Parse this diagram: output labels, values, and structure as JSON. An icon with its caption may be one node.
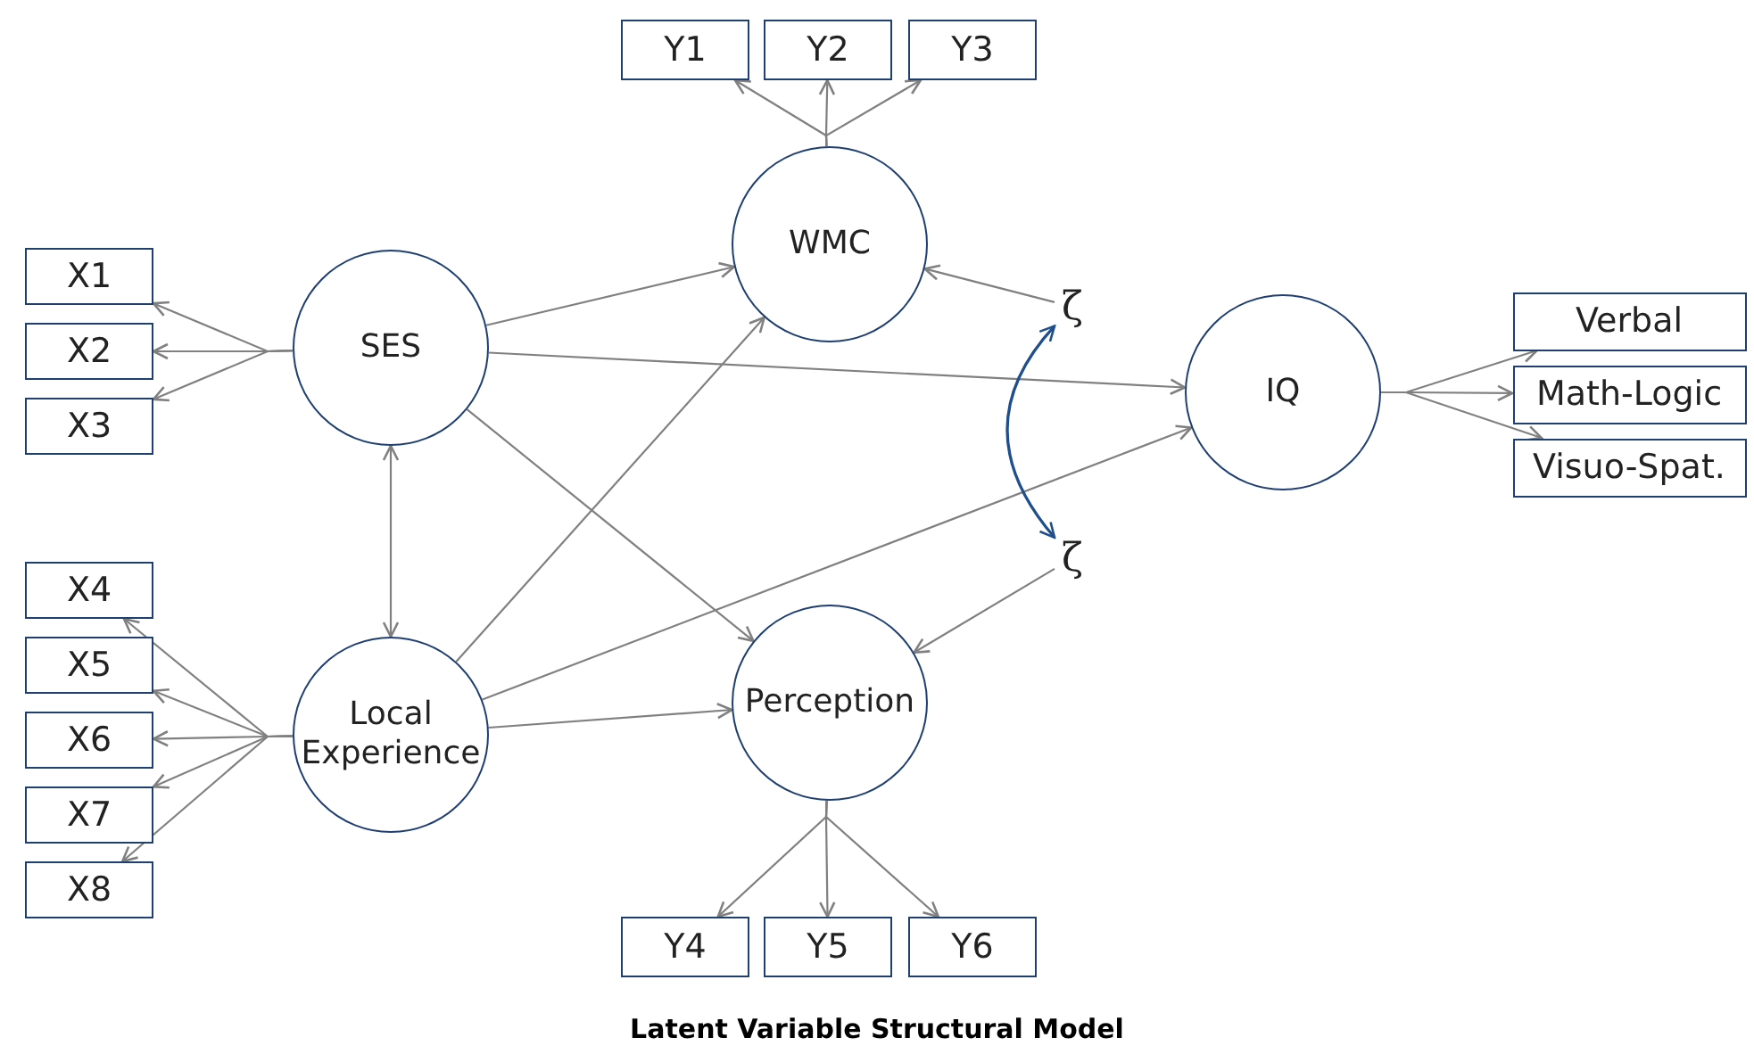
{
  "diagram": {
    "caption": "Latent Variable Structural Model",
    "nodes": [
      {
        "text": [
          "SES"
        ]
      },
      {
        "text": [
          "Local Experience"
        ]
      },
      {
        "text": [
          "WMC"
        ]
      },
      {
        "text": [
          "Perception"
        ]
      },
      {
        "text": [
          "IQ"
        ]
      },
      {
        "text": [
          "X1"
        ]
      },
      {
        "text": [
          "X2"
        ]
      },
      {
        "text": [
          "X3"
        ]
      },
      {
        "text": [
          "X4"
        ]
      },
      {
        "text": [
          "X5"
        ]
      },
      {
        "text": [
          "X6"
        ]
      },
      {
        "text": [
          "X7"
        ]
      },
      {
        "text": [
          "X8"
        ]
      },
      {
        "text": [
          "Y1"
        ]
      },
      {
        "text": [
          "Y2"
        ]
      },
      {
        "text": [
          "Y3"
        ]
      },
      {
        "text": [
          "Y4"
        ]
      },
      {
        "text": [
          "Y5"
        ]
      },
      {
        "text": [
          "Y6"
        ]
      },
      {
        "text": [
          "Verbal"
        ]
      },
      {
        "text": [
          "Math-Logic"
        ]
      },
      {
        "text": [
          "Visuo-Spat."
        ]
      },
      {
        "text": [
          "ζ"
        ]
      },
      {
        "text": [
          "ζ"
        ]
      }
    ],
    "edges": [
      {
        "from": 0,
        "to": 5,
        "arrow": "to"
      },
      {
        "from": 0,
        "to": 6,
        "arrow": "to"
      },
      {
        "from": 0,
        "to": 7,
        "arrow": "to"
      },
      {
        "from": 1,
        "to": 8,
        "arrow": "to"
      },
      {
        "from": 1,
        "to": 9,
        "arrow": "to"
      },
      {
        "from": 1,
        "to": 10,
        "arrow": "to"
      },
      {
        "from": 1,
        "to": 11,
        "arrow": "to"
      },
      {
        "from": 1,
        "to": 12,
        "arrow": "to"
      },
      {
        "from": 2,
        "to": 13,
        "arrow": "to"
      },
      {
        "from": 2,
        "to": 14,
        "arrow": "to"
      },
      {
        "from": 2,
        "to": 15,
        "arrow": "to"
      },
      {
        "from": 3,
        "to": 16,
        "arrow": "to"
      },
      {
        "from": 3,
        "to": 17,
        "arrow": "to"
      },
      {
        "from": 3,
        "to": 18,
        "arrow": "to"
      },
      {
        "from": 4,
        "to": 19,
        "arrow": "to"
      },
      {
        "from": 4,
        "to": 20,
        "arrow": "to"
      },
      {
        "from": 4,
        "to": 21,
        "arrow": "to"
      },
      {
        "from": 0,
        "to": 1,
        "arrow": "both"
      },
      {
        "from": 0,
        "to": 2,
        "arrow": "to"
      },
      {
        "from": 0,
        "to": 4,
        "arrow": "to"
      },
      {
        "from": 0,
        "to": 3,
        "arrow": "to"
      },
      {
        "from": 1,
        "to": 2,
        "arrow": "to"
      },
      {
        "from": 1,
        "to": 4,
        "arrow": "to"
      },
      {
        "from": 1,
        "to": 3,
        "arrow": "to"
      },
      {
        "from": 22,
        "to": 2,
        "arrow": "to"
      },
      {
        "from": 23,
        "to": 3,
        "arrow": "to"
      },
      {
        "from": 22,
        "to": 23,
        "arrow": "both",
        "color": "#1f4e8c"
      }
    ]
  }
}
